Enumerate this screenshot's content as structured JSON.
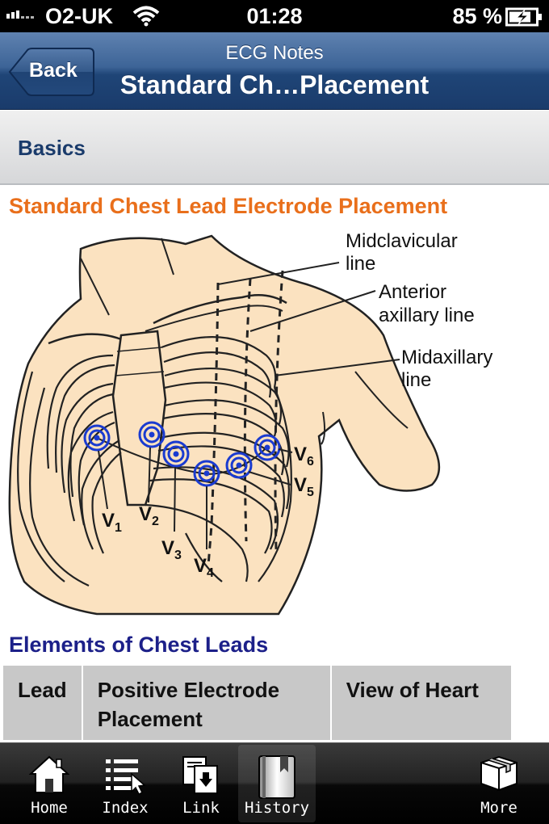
{
  "status_bar": {
    "carrier": "O2-UK",
    "time": "01:28",
    "battery": "85 %"
  },
  "nav": {
    "back_label": "Back",
    "subtitle": "ECG Notes",
    "title": "Standard Ch…Placement"
  },
  "section": {
    "title": "Basics"
  },
  "content": {
    "diagram_title": "Standard Chest Lead Electrode Placement",
    "diagram_labels": {
      "midclavicular_1": "Midclavicular",
      "midclavicular_2": "line",
      "anterior_1": "Anterior",
      "anterior_2": "axillary line",
      "midaxillary_1": "Midaxillary",
      "midaxillary_2": "line",
      "v1": "V",
      "v1_sub": "1",
      "v2": "V",
      "v2_sub": "2",
      "v3": "V",
      "v3_sub": "3",
      "v4": "V",
      "v4_sub": "4",
      "v5": "V",
      "v5_sub": "5",
      "v6": "V",
      "v6_sub": "6"
    },
    "table_title": "Elements of Chest Leads",
    "table_headers": {
      "lead": "Lead",
      "placement_line1": "Positive Electrode",
      "placement_line2": "Placement",
      "view": "View of Heart"
    }
  },
  "tab_bar": {
    "items": [
      {
        "label": "Home",
        "icon": "house-icon"
      },
      {
        "label": "Index",
        "icon": "index-list-icon"
      },
      {
        "label": "Link",
        "icon": "link-document-icon"
      },
      {
        "label": "History",
        "icon": "book-icon"
      },
      {
        "label": "More",
        "icon": "box-icon"
      }
    ],
    "selected": "History"
  },
  "colors": {
    "nav_blue": "#1f4577",
    "title_orange": "#e96f1b",
    "table_title_navy": "#1c2089",
    "skin": "#fbe2c0",
    "electrode_blue": "#1a3bd0"
  }
}
